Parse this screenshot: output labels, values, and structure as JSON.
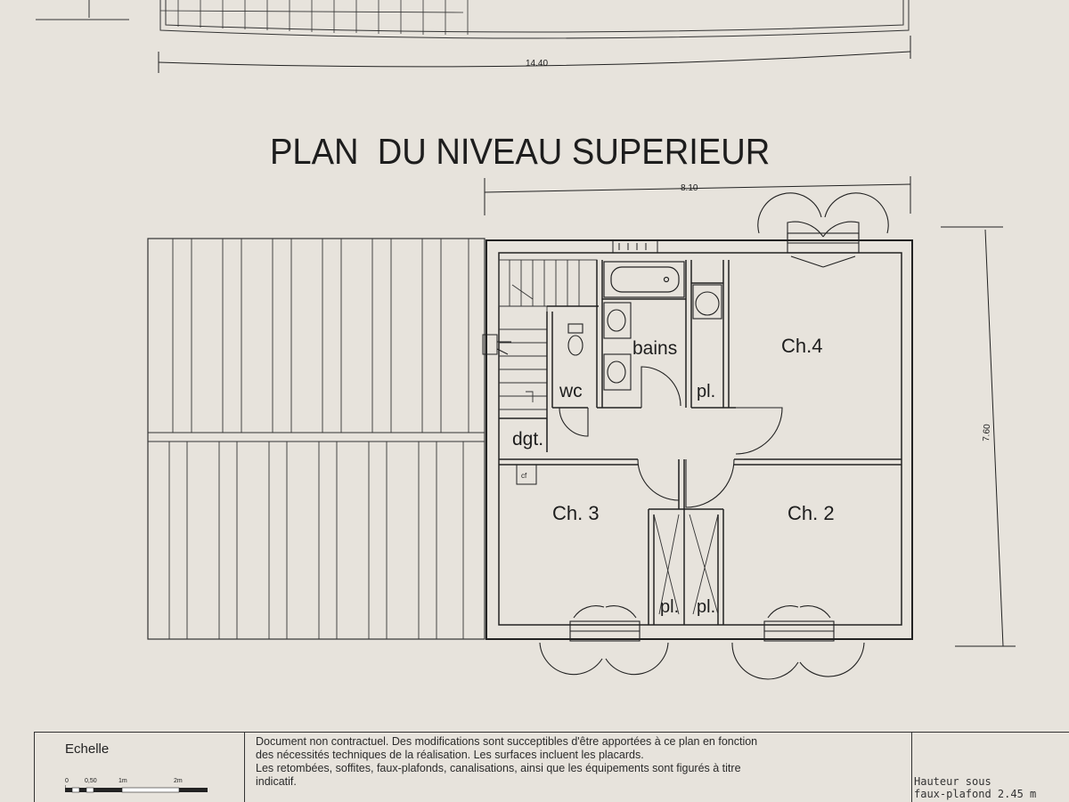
{
  "title": "PLAN  DU NIVEAU SUPERIEUR",
  "dimensions": {
    "top_width": "14.40",
    "upper_width": "8.10",
    "upper_height": "7.60"
  },
  "rooms": {
    "bains": "bains",
    "ch4": "Ch.4",
    "wc": "wc",
    "pl_right": "pl.",
    "dgt": "dgt.",
    "ch3": "Ch. 3",
    "ch2": "Ch. 2",
    "pl_left": "pl.",
    "pl_right2": "pl.",
    "cf": "cf"
  },
  "footer": {
    "echelle_label": "Echelle",
    "scale_ticks": [
      "0",
      "0,50",
      "1m",
      "2m"
    ],
    "note_line1": "Document non contractuel. Des modifications sont succeptibles d'être apportées à ce plan en fonction",
    "note_line2": "des nécessités techniques de la réalisation. Les surfaces incluent les placards.",
    "note_line3": "Les retombées, soffites, faux-plafonds, canalisations, ainsi que les équipements sont figurés à titre",
    "note_line4": "indicatif.",
    "hauteur_line1": "Hauteur sous",
    "hauteur_line2": "faux-plafond 2.45 m"
  },
  "colors": {
    "paper": "#e7e3dc",
    "ink": "#1d1d1d"
  }
}
